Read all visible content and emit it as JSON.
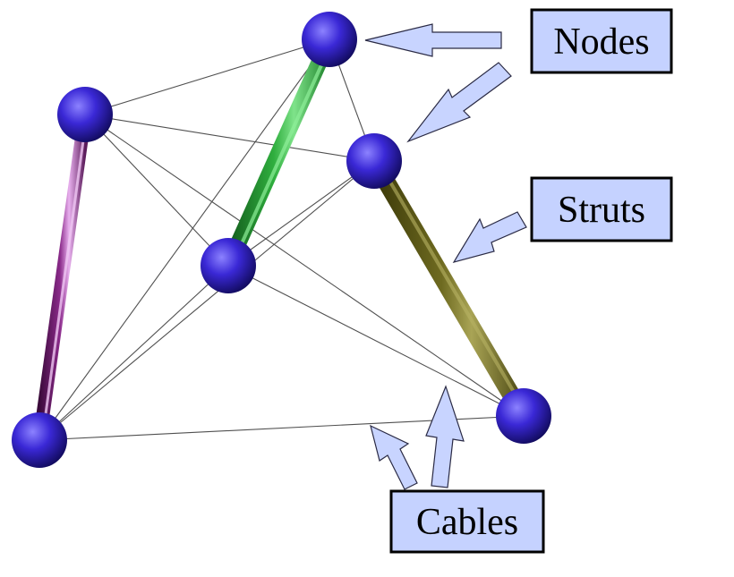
{
  "labels": {
    "nodes": "Nodes",
    "struts": "Struts",
    "cables": "Cables"
  },
  "colors": {
    "background": "#ffffff",
    "node": "#3a28d6",
    "cable": "#505050",
    "strut_purple": "#8a2a8a",
    "strut_green": "#2fae3e",
    "strut_olive": "#6e6a20",
    "label_box_fill": "#c5d2ff",
    "label_box_border": "#000000",
    "arrow_fill": "#c8d4ff",
    "arrow_stroke": "#2a2a44"
  }
}
